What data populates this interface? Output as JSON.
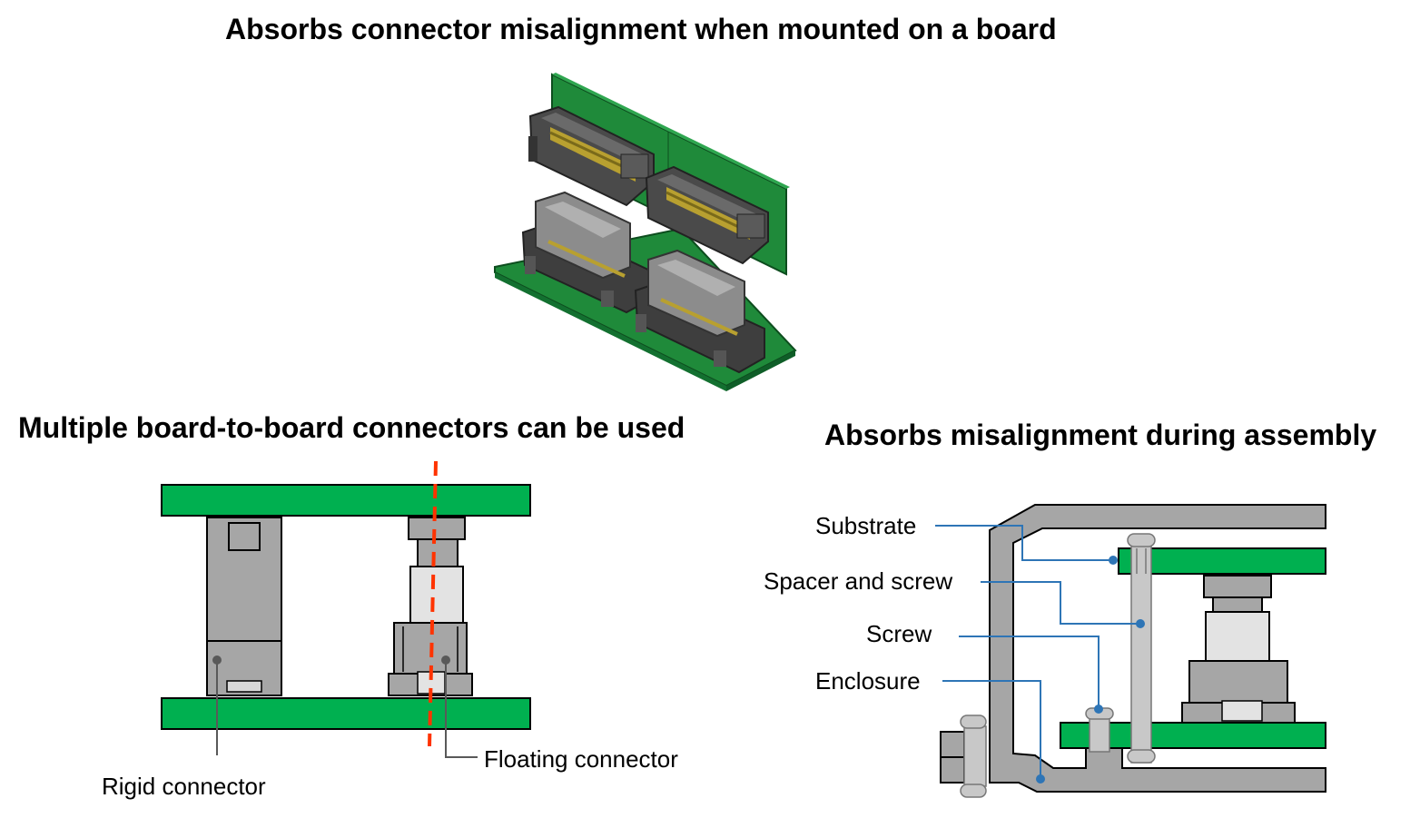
{
  "titles": {
    "main": "Absorbs connector misalignment when mounted on a board",
    "left": "Multiple board-to-board connectors can be used",
    "right": "Absorbs misalignment during assembly"
  },
  "left_diagram": {
    "rigid_label": "Rigid connector",
    "floating_label": "Floating connector"
  },
  "right_diagram": {
    "substrate_label": "Substrate",
    "spacer_label": "Spacer and screw",
    "screw_label": "Screw",
    "enclosure_label": "Enclosure"
  },
  "colors": {
    "board_green": "#00b050",
    "connector_gray": "#a6a6a6",
    "light_gray": "#d9d9d9",
    "dark_gray": "#595959",
    "axis_red": "#ff3300",
    "leader_blue": "#2e75b6"
  }
}
